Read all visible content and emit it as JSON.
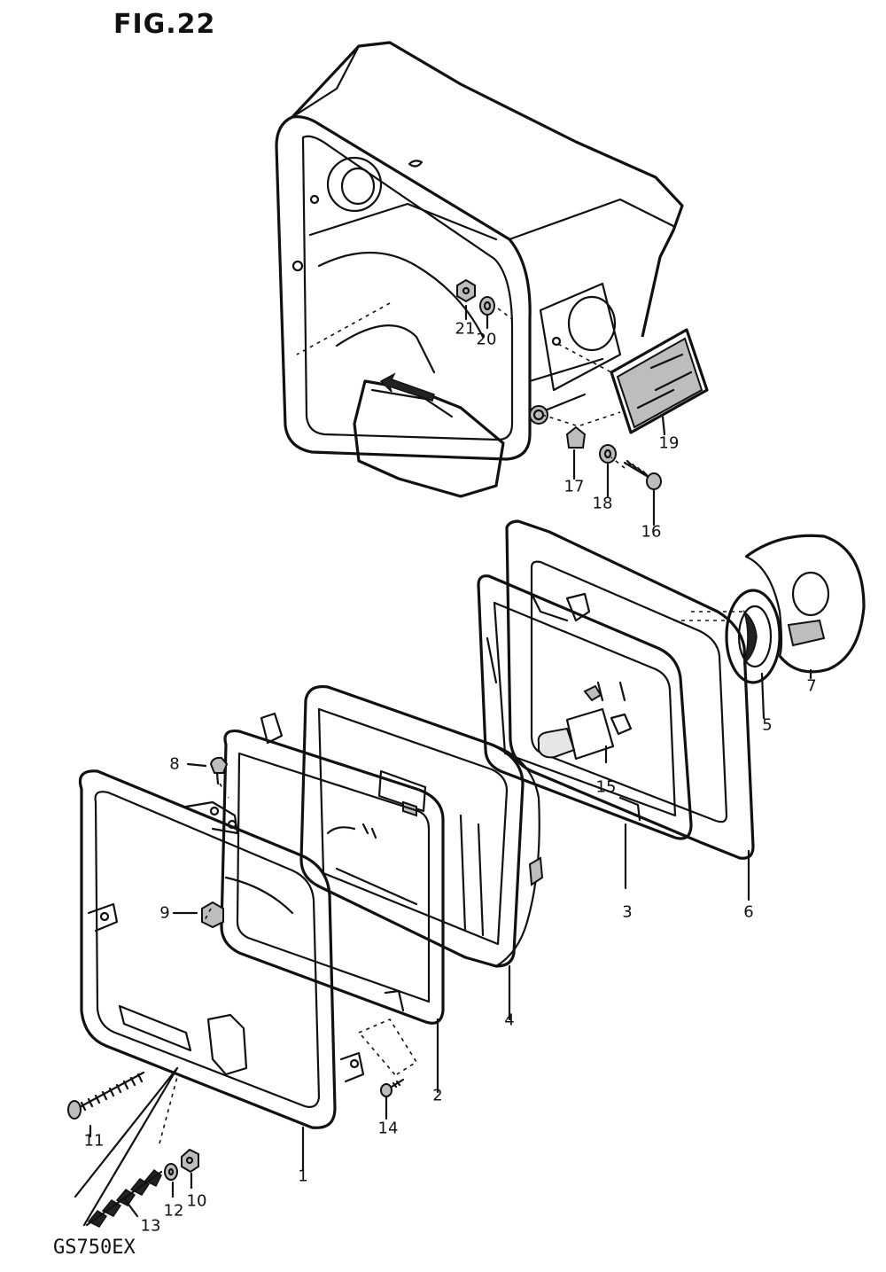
{
  "figure": {
    "title": "FIG.22",
    "model": "GS750EX"
  },
  "parts": [
    {
      "id": "p1",
      "label": "1"
    },
    {
      "id": "p2",
      "label": "2"
    },
    {
      "id": "p3",
      "label": "3"
    },
    {
      "id": "p4",
      "label": "4"
    },
    {
      "id": "p5",
      "label": "5"
    },
    {
      "id": "p6",
      "label": "6"
    },
    {
      "id": "p7",
      "label": "7"
    },
    {
      "id": "p8",
      "label": "8"
    },
    {
      "id": "p9",
      "label": "9"
    },
    {
      "id": "p10",
      "label": "10"
    },
    {
      "id": "p11",
      "label": "11"
    },
    {
      "id": "p12",
      "label": "12"
    },
    {
      "id": "p13",
      "label": "13"
    },
    {
      "id": "p14",
      "label": "14"
    },
    {
      "id": "p15",
      "label": "15"
    },
    {
      "id": "p16",
      "label": "16"
    },
    {
      "id": "p17",
      "label": "17"
    },
    {
      "id": "p18",
      "label": "18"
    },
    {
      "id": "p19",
      "label": "19"
    },
    {
      "id": "p20",
      "label": "20"
    },
    {
      "id": "p21",
      "label": "21"
    }
  ]
}
